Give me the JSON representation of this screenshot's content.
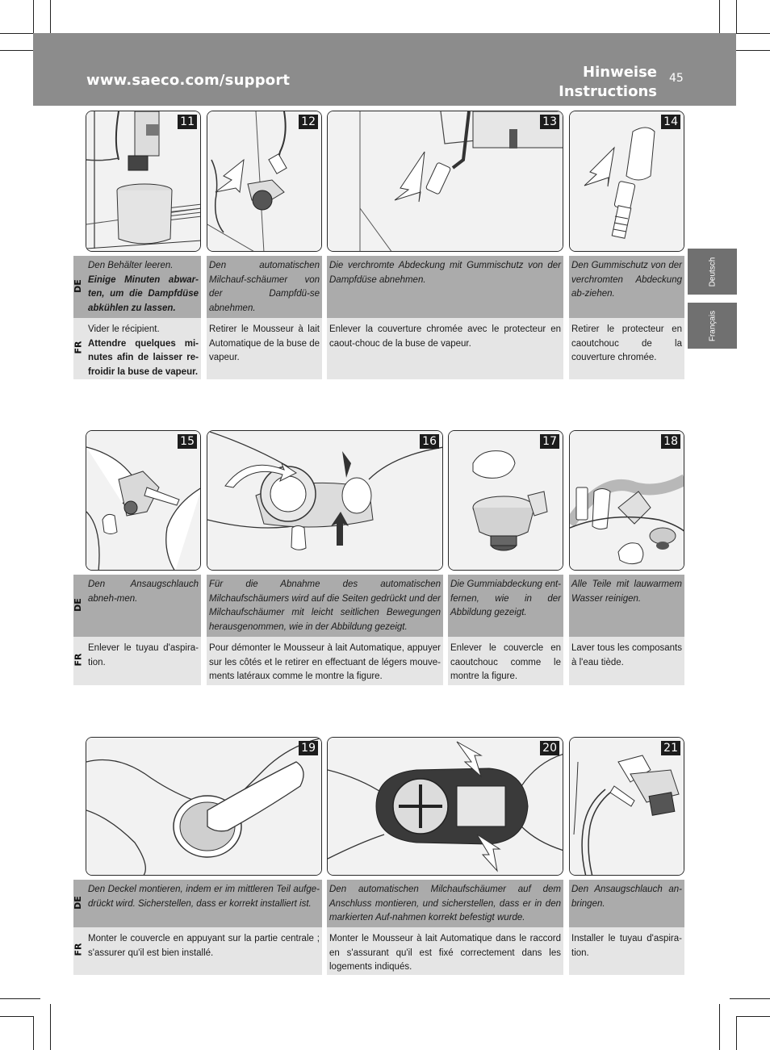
{
  "header": {
    "url": "www.saeco.com/support",
    "title_de": "Hinweise",
    "title_en": "Instructions",
    "page_number": "45"
  },
  "side_tabs": [
    "Deutsch",
    "Français"
  ],
  "lang_codes": {
    "de": "DE",
    "fr": "FR"
  },
  "steps": [
    {
      "num": "11",
      "de_pre": "Den Behälter leeren.",
      "de_bold": "Einige Minuten abwar-ten, um die Dampfdüse abkühlen zu lassen.",
      "fr_pre": "Vider le récipient.",
      "fr_bold": "Attendre quelques mi-nutes afin de laisser re-froidir la buse de vapeur."
    },
    {
      "num": "12",
      "de": "Den automatischen Milchauf-schäumer von der Dampfdü-se abnehmen.",
      "fr": "Retirer le Mousseur à lait Automatique de la buse de vapeur."
    },
    {
      "num": "13",
      "de": "Die verchromte Abdeckung mit Gummischutz von der Dampfdüse abnehmen.",
      "fr": "Enlever la couverture chromée avec le protecteur en caout-chouc de la buse de vapeur."
    },
    {
      "num": "14",
      "de": "Den Gummischutz von der verchromten Abdeckung ab-ziehen.",
      "fr": "Retirer le protecteur en caoutchouc de la couverture chromée."
    },
    {
      "num": "15",
      "de": "Den Ansaugschlauch abneh-men.",
      "fr": "Enlever le tuyau d'aspira-tion."
    },
    {
      "num": "16",
      "de": "Für die Abnahme des automatischen Milchaufschäumers wird auf die Seiten gedrückt und der Milchaufschäumer mit leicht seitlichen Bewegungen herausgenommen, wie in der Abbildung gezeigt.",
      "fr": "Pour démonter le Mousseur à lait Automatique, appuyer sur les côtés et le retirer en effectuant de légers mouve-ments latéraux comme le montre la figure."
    },
    {
      "num": "17",
      "de": "Die Gummiabdeckung ent-fernen, wie in der Abbildung gezeigt.",
      "fr": "Enlever le couvercle en caoutchouc comme le montre la figure."
    },
    {
      "num": "18",
      "de": "Alle Teile mit lauwarmem Wasser reinigen.",
      "fr": "Laver tous les composants à l'eau tiède."
    },
    {
      "num": "19",
      "de": "Den Deckel montieren, indem er im mittleren Teil aufge-drückt wird. Sicherstellen, dass er korrekt installiert ist.",
      "fr": "Monter le couvercle en appuyant sur la partie centrale ; s'assurer qu'il est bien installé."
    },
    {
      "num": "20",
      "de": "Den automatischen Milchaufschäumer auf dem Anschluss montieren, und sicherstellen, dass er in den markierten Auf-nahmen korrekt befestigt wurde.",
      "fr": "Monter le Mousseur à lait Automatique dans le raccord en s'assurant qu'il est fixé correctement dans les logements indiqués."
    },
    {
      "num": "21",
      "de": "Den Ansaugschlauch an-bringen.",
      "fr": "Installer le tuyau d'aspira-tion."
    }
  ]
}
